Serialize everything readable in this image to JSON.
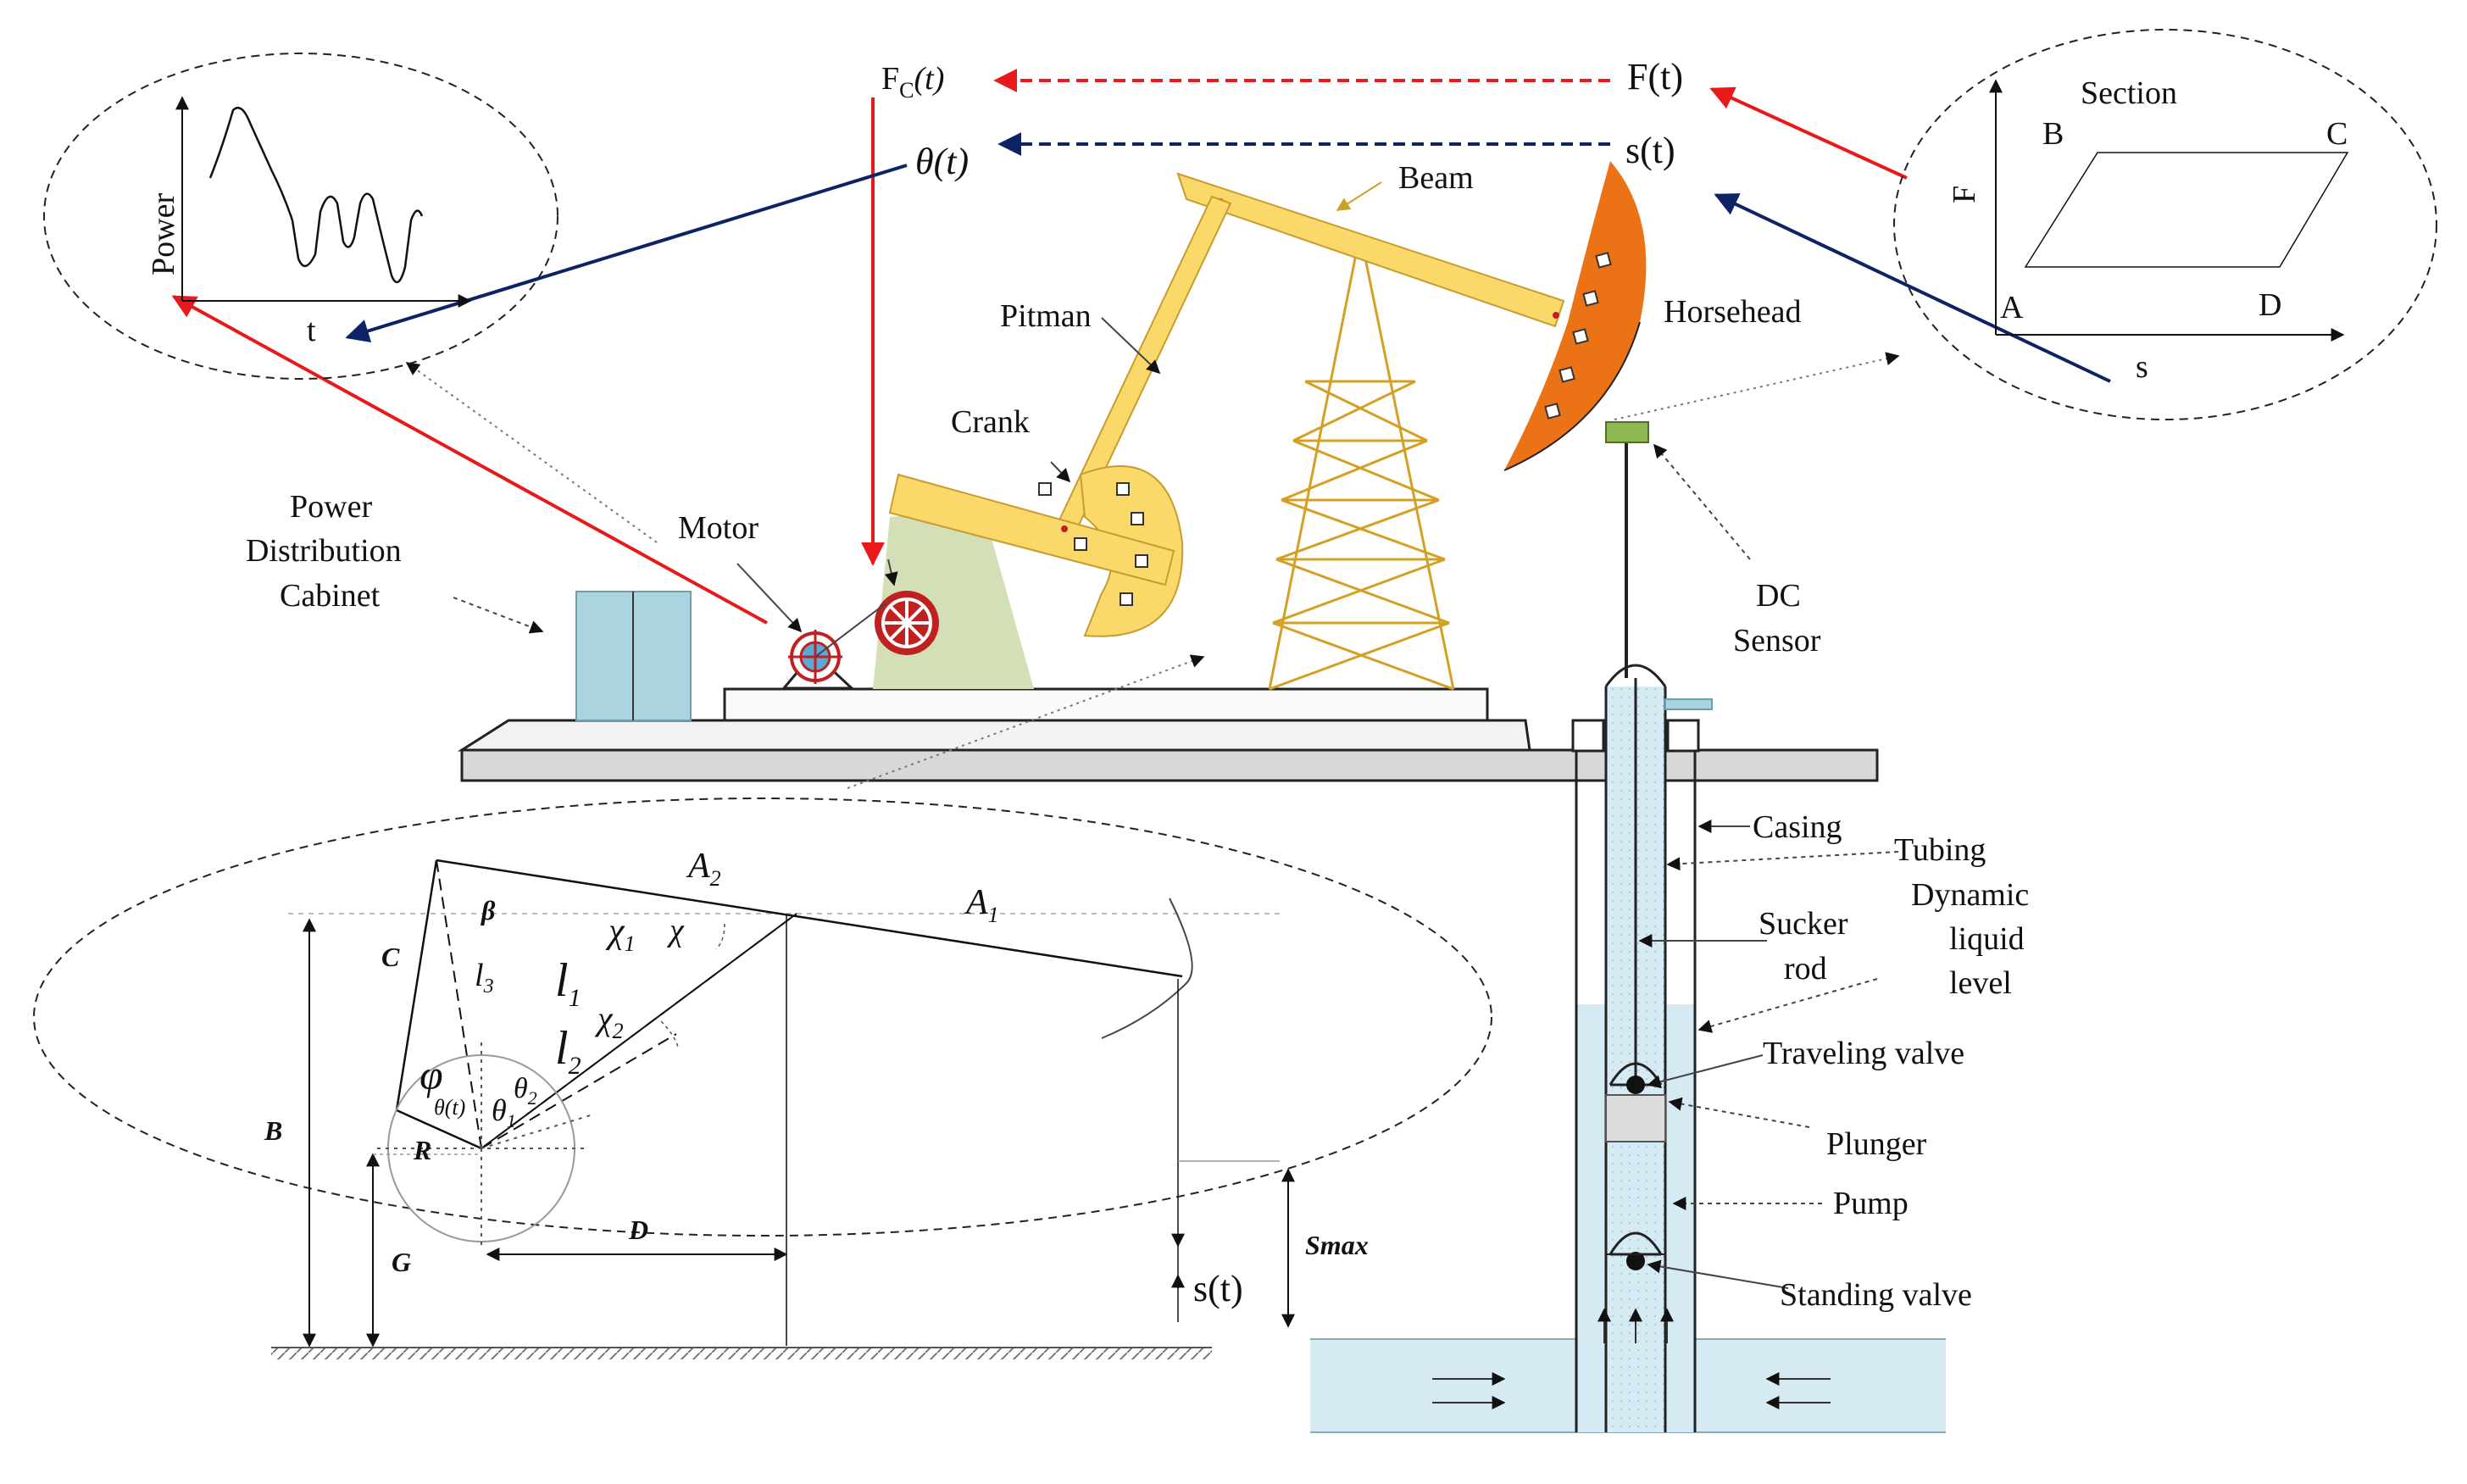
{
  "labels": {
    "fc_t": "F",
    "fc_sub": "C",
    "fc_arg": "(t)",
    "theta_t": "θ(t)",
    "f_t": "F(t)",
    "s_t": "s(t)",
    "beam": "Beam",
    "pitman": "Pitman",
    "crank": "Crank",
    "horsehead": "Horsehead",
    "motor": "Motor",
    "cabinet_line1": "Power",
    "cabinet_line2": "Distribution",
    "cabinet_line3": "Cabinet",
    "dc_line1": "DC",
    "dc_line2": "Sensor",
    "casing": "Casing",
    "tubing": "Tubing",
    "dynamic_line1": "Dynamic",
    "dynamic_line2": "liquid",
    "dynamic_line3": "level",
    "sucker_line1": "Sucker",
    "sucker_line2": "rod",
    "traveling_valve": "Traveling valve",
    "plunger": "Plunger",
    "pump": "Pump",
    "standing_valve": "Standing valve"
  },
  "power_inset": {
    "ylabel": "Power",
    "xlabel": "t"
  },
  "dynacard_inset": {
    "title": "Section",
    "ylabel": "F",
    "xlabel": "s",
    "corner_a": "A",
    "corner_b": "B",
    "corner_c": "C",
    "corner_d": "D"
  },
  "geometry_inset": {
    "a1": "A",
    "a1_sub": "1",
    "a2": "A",
    "a2_sub": "2",
    "chi1": "χ",
    "chi1_sub": "1",
    "chi": "χ",
    "chi2": "χ",
    "chi2_sub": "2",
    "beta": "β",
    "c": "C",
    "l3": "l",
    "l3_sub": "3",
    "l1": "l",
    "l1_sub": "1",
    "l2": "l",
    "l2_sub": "2",
    "phi": "φ",
    "theta_t": "θ(t)",
    "theta1": "θ",
    "theta1_sub": "1",
    "theta2": "θ",
    "theta2_sub": "2",
    "b": "B",
    "r": "R",
    "g": "G",
    "d": "D",
    "smax": "Smax",
    "s_t": "s(t)"
  },
  "colors": {
    "signal_red": "#e8191a",
    "signal_navy": "#0e2366",
    "beam_yellow": "#fbd86a",
    "horsehead_orange": "#ec7216",
    "frame_green": "#d3dfb7",
    "derrick": "#d4a024",
    "cabinet_blue": "#a9d4e0",
    "motor_red": "#c0201f",
    "fluid_blue": "#cfe7f0",
    "sensor_green": "#8fb850"
  }
}
